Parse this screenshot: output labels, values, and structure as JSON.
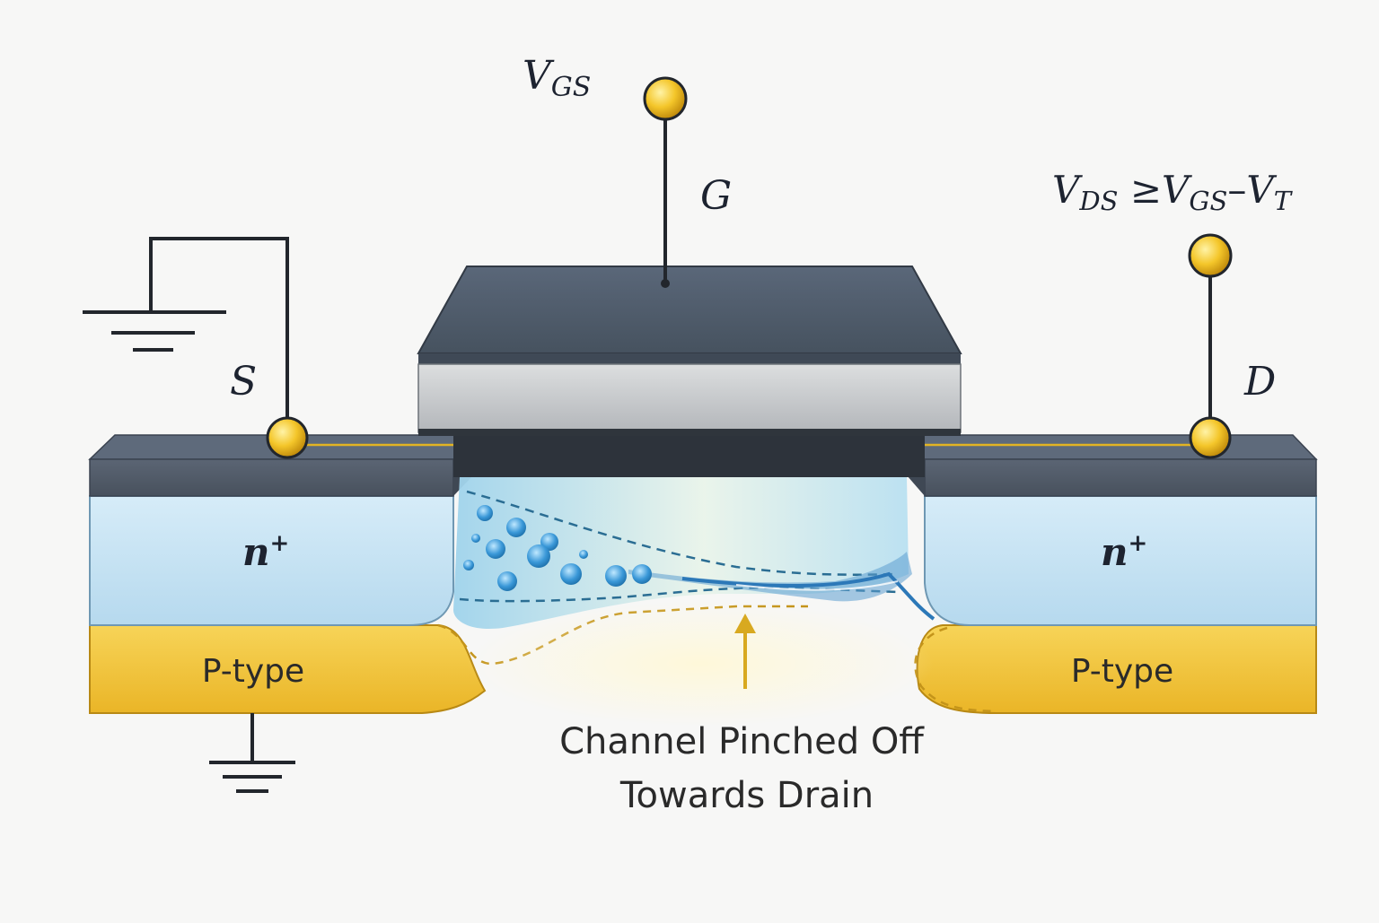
{
  "labels": {
    "vgs": {
      "main": "V",
      "sub": "GS"
    },
    "gate": "G",
    "source": "S",
    "drain": "D",
    "vds_condition": {
      "v1": "V",
      "s1": "DS",
      "op": " ≥",
      "v2": "V",
      "s2": "GS",
      "minus": "–",
      "v3": "V",
      "s3": "T"
    },
    "n_plus": {
      "main": "n",
      "sup": "+"
    },
    "p_type": "P-type",
    "annotation_line1": "Channel Pinched Off",
    "annotation_line2": "Towards Drain"
  },
  "colors": {
    "gate_top": "#4e5b6c",
    "gate_front": "#c9cccf",
    "contact": "#545e6c",
    "n_plus_region": "#c6e3f3",
    "p_type_region": "#f2c53c",
    "channel": "#bfe2f2",
    "terminal_gold": "#f0c020",
    "wire": "#22262c",
    "arrow": "#d8a920"
  },
  "icons": [
    "ground-icon",
    "terminal-icon",
    "arrow-up-icon"
  ]
}
